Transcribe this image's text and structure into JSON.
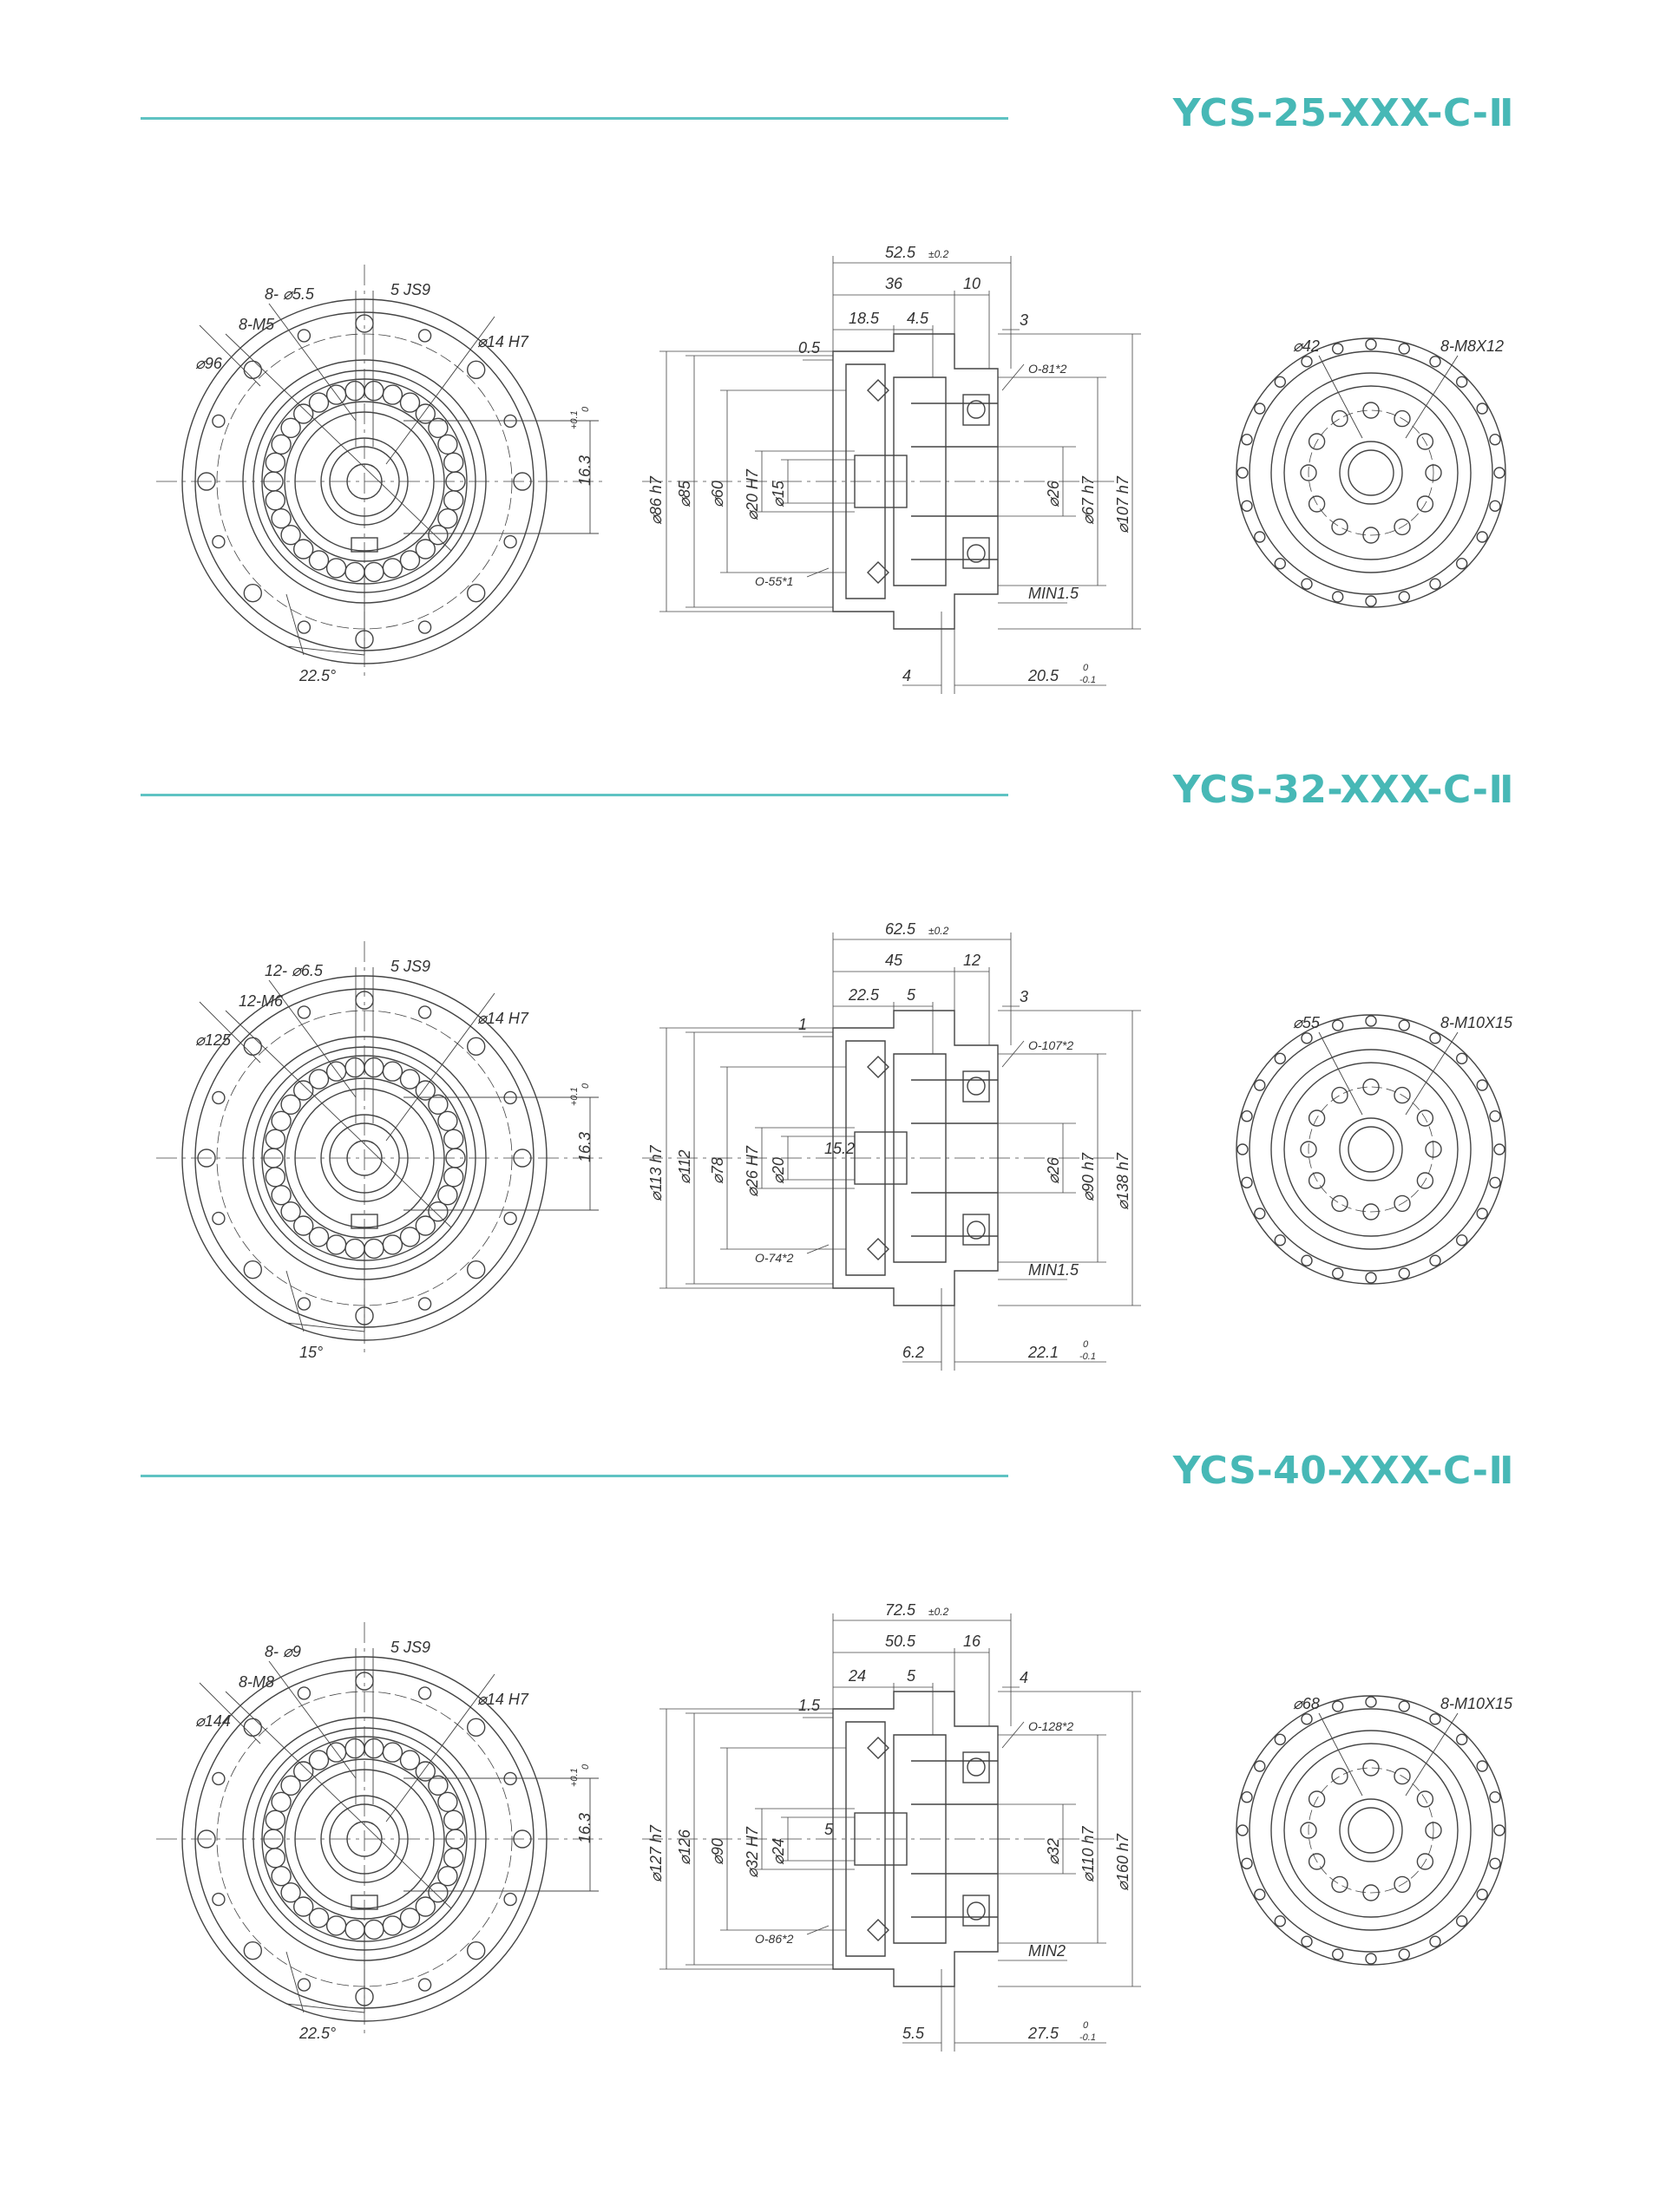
{
  "colors": {
    "accent": "#47b8b6",
    "rule": "#5fc3c3",
    "line": "#444444"
  },
  "models": [
    {
      "title": "YCS-25-XXX-C-Ⅱ",
      "front": {
        "holes": "8- ⌀5.5",
        "keyway": "5 JS9",
        "tap": "8-M5",
        "bore": "⌀14 H7",
        "pcd": "⌀96",
        "key_height": "16.3",
        "key_tol_upper": "+0.1",
        "key_tol_lower": "0",
        "angle": "22.5°"
      },
      "side": {
        "total": "52.5",
        "total_tol": "±0.2",
        "d1": "36",
        "d2": "10",
        "d3": "18.5",
        "d4": "4.5",
        "d5": "3",
        "gap": "0.5",
        "oring_top": "O-81*2",
        "oring_bottom": "O-55*1",
        "min": "MIN1.5",
        "bottom_left": "4",
        "bottom_right": "20.5",
        "br_tol_upper": "0",
        "br_tol_lower": "-0.1",
        "inner": "",
        "dia_left": [
          "⌀86 h7",
          "⌀85",
          "⌀60",
          "⌀20 H7",
          "⌀15"
        ],
        "dia_right": [
          "⌀26",
          "⌀67 h7",
          "⌀107 h7"
        ]
      },
      "back": {
        "dia": "⌀42",
        "tap": "8-M8X12"
      }
    },
    {
      "title": "YCS-32-XXX-C-Ⅱ",
      "front": {
        "holes": "12- ⌀6.5",
        "keyway": "5 JS9",
        "tap": "12-M6",
        "bore": "⌀14 H7",
        "pcd": "⌀125",
        "key_height": "16.3",
        "key_tol_upper": "+0.1",
        "key_tol_lower": "0",
        "angle": "15°"
      },
      "side": {
        "total": "62.5",
        "total_tol": "±0.2",
        "d1": "45",
        "d2": "12",
        "d3": "22.5",
        "d4": "5",
        "d5": "3",
        "gap": "1",
        "oring_top": "O-107*2",
        "oring_bottom": "O-74*2",
        "min": "MIN1.5",
        "bottom_left": "6.2",
        "bottom_right": "22.1",
        "br_tol_upper": "0",
        "br_tol_lower": "-0.1",
        "inner": "15.2",
        "dia_left": [
          "⌀113 h7",
          "⌀112",
          "⌀78",
          "⌀26 H7",
          "⌀20"
        ],
        "dia_right": [
          "⌀26",
          "⌀90 h7",
          "⌀138 h7"
        ]
      },
      "back": {
        "dia": "⌀55",
        "tap": "8-M10X15"
      }
    },
    {
      "title": "YCS-40-XXX-C-Ⅱ",
      "front": {
        "holes": "8- ⌀9",
        "keyway": "5 JS9",
        "tap": "8-M8",
        "bore": "⌀14 H7",
        "pcd": "⌀144",
        "key_height": "16.3",
        "key_tol_upper": "+0.1",
        "key_tol_lower": "0",
        "angle": "22.5°"
      },
      "side": {
        "total": "72.5",
        "total_tol": "±0.2",
        "d1": "50.5",
        "d2": "16",
        "d3": "24",
        "d4": "5",
        "d5": "4",
        "gap": "1.5",
        "oring_top": "O-128*2",
        "oring_bottom": "O-86*2",
        "min": "MIN2",
        "bottom_left": "5.5",
        "bottom_right": "27.5",
        "br_tol_upper": "0",
        "br_tol_lower": "-0.1",
        "inner": "5",
        "dia_left": [
          "⌀127 h7",
          "⌀126",
          "⌀90",
          "⌀32 H7",
          "⌀24"
        ],
        "dia_right": [
          "⌀32",
          "⌀110 h7",
          "⌀160 h7"
        ]
      },
      "back": {
        "dia": "⌀68",
        "tap": "8-M10X15"
      }
    }
  ]
}
